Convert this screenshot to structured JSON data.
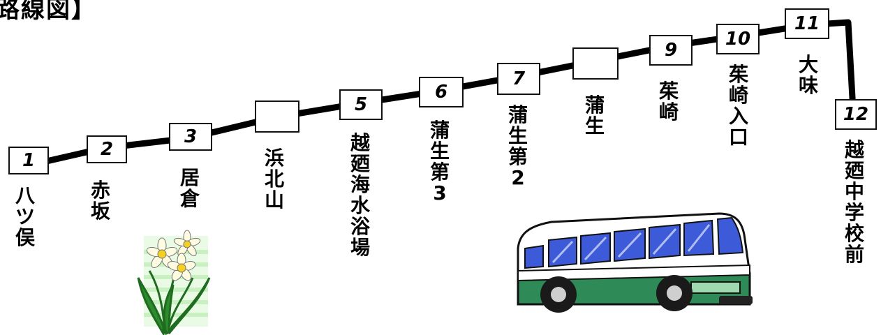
{
  "title": "路線図】",
  "stops": [
    {
      "number": "1",
      "name": "八ツ俣"
    },
    {
      "number": "2",
      "name": "赤坂"
    },
    {
      "number": "3",
      "name": "居倉"
    },
    {
      "number": "",
      "name": "浜北山"
    },
    {
      "number": "5",
      "name": "越廼海水浴場"
    },
    {
      "number": "6",
      "name": "蒲生第3"
    },
    {
      "number": "7",
      "name": "蒲生第2"
    },
    {
      "number": "",
      "name": "蒲生"
    },
    {
      "number": "9",
      "name": "茱崎"
    },
    {
      "number": "10",
      "name": "茱崎入口"
    },
    {
      "number": "11",
      "name": "大味"
    },
    {
      "number": "12",
      "name": "越廼中学校前"
    }
  ],
  "pictures": [
    "daffodil-flower",
    "bus"
  ],
  "colors": {
    "line": "#000000",
    "bus_green": "#2e8b57",
    "bus_window": "#3d5bd8"
  }
}
